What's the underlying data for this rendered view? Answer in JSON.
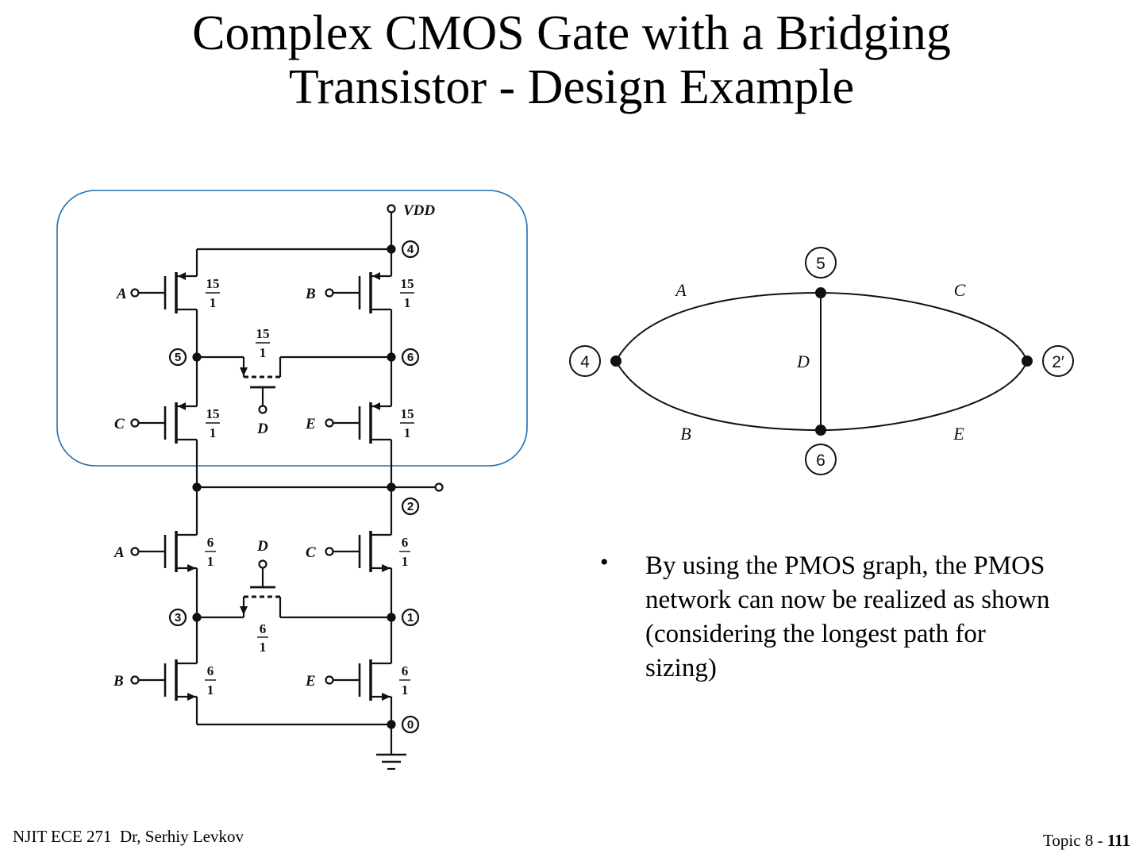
{
  "title": {
    "line1": "Complex CMOS Gate with a Bridging",
    "line2": "Transistor - Design Example"
  },
  "circuit": {
    "supply_label": "VDD",
    "pmos": [
      {
        "gate": "A",
        "w": "15",
        "l": "1"
      },
      {
        "gate": "B",
        "w": "15",
        "l": "1"
      },
      {
        "gate": "C",
        "w": "15",
        "l": "1"
      },
      {
        "gate": "E",
        "w": "15",
        "l": "1"
      }
    ],
    "pmos_bridge": {
      "gate": "D",
      "w": "15",
      "l": "1"
    },
    "nmos": [
      {
        "gate": "A",
        "w": "6",
        "l": "1"
      },
      {
        "gate": "C",
        "w": "6",
        "l": "1"
      },
      {
        "gate": "B",
        "w": "6",
        "l": "1"
      },
      {
        "gate": "E",
        "w": "6",
        "l": "1"
      }
    ],
    "nmos_bridge": {
      "gate": "D",
      "w": "6",
      "l": "1"
    },
    "nodes": [
      "4",
      "5",
      "6",
      "2",
      "3",
      "1",
      "0"
    ]
  },
  "graph": {
    "nodes": [
      "5",
      "4",
      "2′",
      "6"
    ],
    "edges": [
      "A",
      "C",
      "D",
      "B",
      "E"
    ]
  },
  "bullet": "By using the PMOS graph, the PMOS network can now be realized as shown (considering the longest path for sizing)",
  "footer": {
    "left": "NJIT ECE 271  Dr, Serhiy Levkov",
    "topic": "Topic 8 - ",
    "page": "111"
  }
}
